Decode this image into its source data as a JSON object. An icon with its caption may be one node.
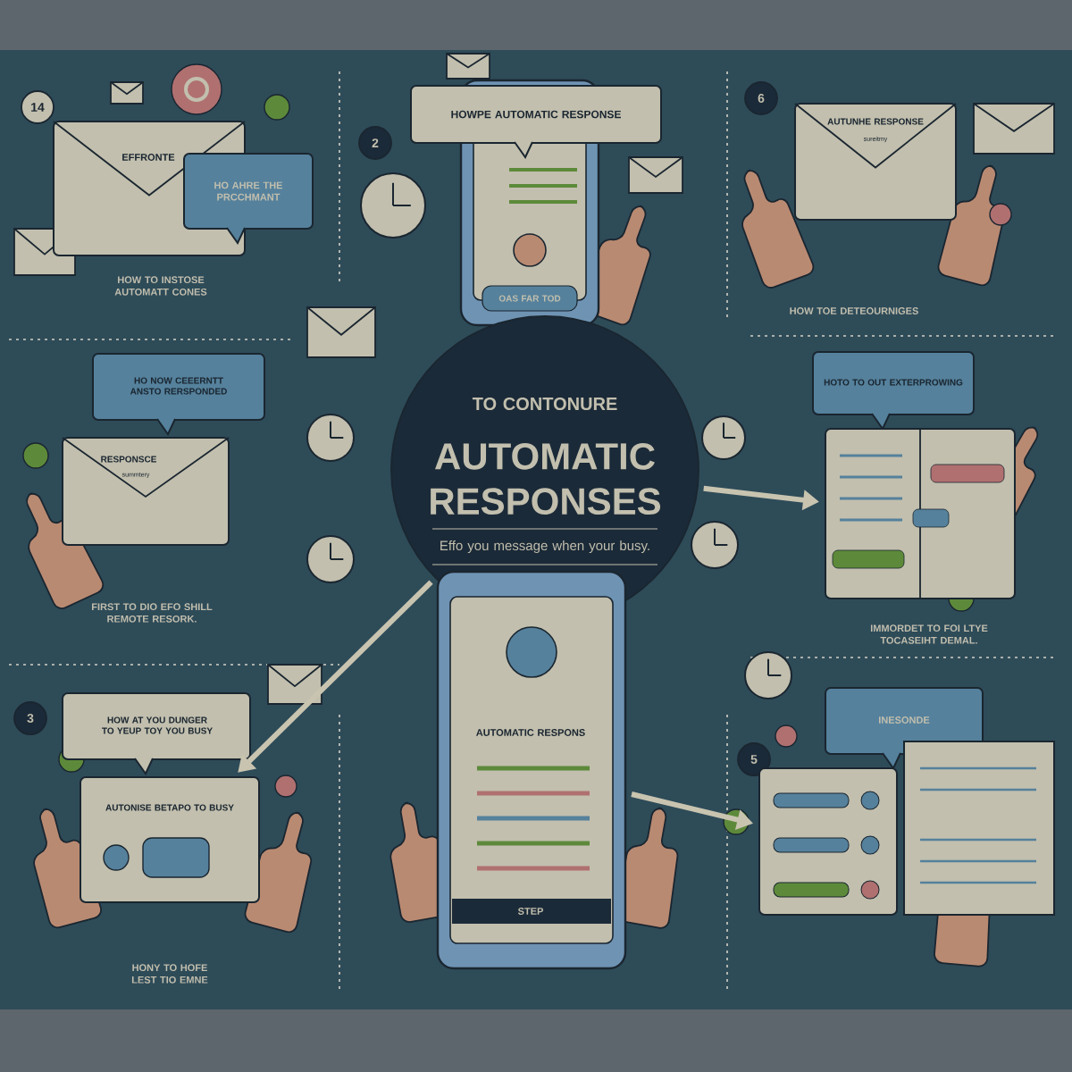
{
  "diagram": {
    "nodes": [
      {
        "text": [
          "14"
        ]
      },
      {
        "text": [
          "EFFRONTE"
        ]
      },
      {
        "text": [
          "HO AHRE THE PRCCHMANT"
        ]
      },
      {
        "text": [
          "2"
        ]
      },
      {
        "text": [
          "OAS FAR TOD"
        ]
      },
      {
        "text": [
          "HOWPE AUTOMATIC RESPONSE"
        ]
      },
      {
        "text": [
          "6"
        ]
      },
      {
        "text": [
          "AUTUNHE RESPONSE",
          "sureitmy"
        ]
      },
      {
        "text": [
          "HO NOW CEEERNTT ANSTO RERSPONDED"
        ]
      },
      {
        "text": [
          "RESPONSCE",
          "summtery"
        ]
      },
      {
        "text": [
          "TO CONTONURE",
          "AUTOMATIC RESPONSES",
          "Effo you message when your busy."
        ]
      },
      {
        "text": [
          "HOTO TO OUT EXTERPROWING"
        ]
      },
      {
        "text": [],
        "shape": "box"
      },
      {
        "text": [
          "3"
        ]
      },
      {
        "text": [
          "HOW AT YOU DUNGER TO YEUP TOY YOU BUSY"
        ]
      },
      {
        "text": [
          "AUTONISE BETAPO TO BUSY"
        ]
      },
      {
        "text": [
          "AUTOMATIC RESPONS",
          "STEP"
        ]
      },
      {
        "text": [
          "5"
        ]
      },
      {
        "text": [
          "INESONDE"
        ]
      },
      {
        "text": [],
        "shape": "box"
      }
    ],
    "edges": [
      {
        "from": 10,
        "to": 12,
        "arrow": "to"
      },
      {
        "from": 10,
        "to": 15,
        "arrow": "to"
      },
      {
        "from": 16,
        "to": 19,
        "arrow": "to"
      }
    ],
    "labels": [
      "HOW TO INSTOSE AUTOMATT CONES",
      "HOW TOE DETEOURNIGES",
      "FIRST TO DIO EFO SHILL REMOTE RESORK.",
      "IMMORDET TO FOI LTYE TOCASEIHT DEMAL.",
      "HONY TO HOFE LEST TIO EMNE"
    ]
  }
}
